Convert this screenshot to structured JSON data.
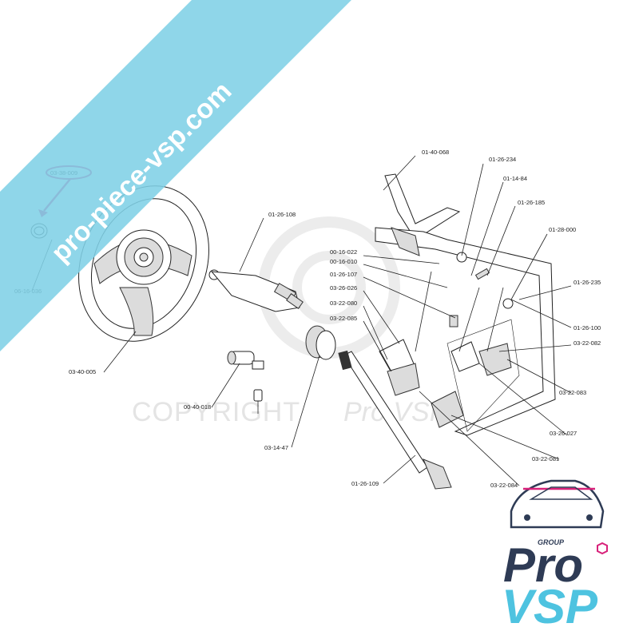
{
  "banner": {
    "text": "pro-piece-vsp.com",
    "color": "#7fd0e6"
  },
  "watermark": {
    "copyright": "COPYRIGHT",
    "brand": "Pro VSP"
  },
  "highlight": {
    "part": "03-38-009",
    "color": "#d8217a"
  },
  "labels": {
    "l_033809": "03-38-009",
    "l_061636": "06-16-036",
    "l_034005": "03-40-005",
    "l_012610_8": "01-26-108",
    "l_004001": "00-40-018",
    "l_031447": "03-14-47",
    "l_012610_9": "01-26-109",
    "l_014006": "01-40-068",
    "l_012623_4": "01-26-234",
    "l_011484": "01-14-84",
    "l_012618": "01-26-185",
    "l_012800": "01-28-000",
    "l_001602": "00-16-022",
    "l_001601": "00-16-010",
    "l_012610_7": "01-26-107",
    "l_032602_6": "03-26-026",
    "l_032208_0": "03-22-080",
    "l_032208_5": "03-22-085",
    "l_012623_5": "01-26-235",
    "l_012610_0": "01-26-100",
    "l_032208_2": "03-22-082",
    "l_032208_3": "03-22-083",
    "l_032602_7": "03-26-027",
    "l_032208_1": "03-22-081",
    "l_032208_4": "03-22-084"
  },
  "logo": {
    "group": "GROUP",
    "pro": "Pro",
    "vsp": "VSP",
    "color_dark": "#2e3b55",
    "color_light": "#4ec3e0",
    "color_accent": "#d8217a"
  }
}
